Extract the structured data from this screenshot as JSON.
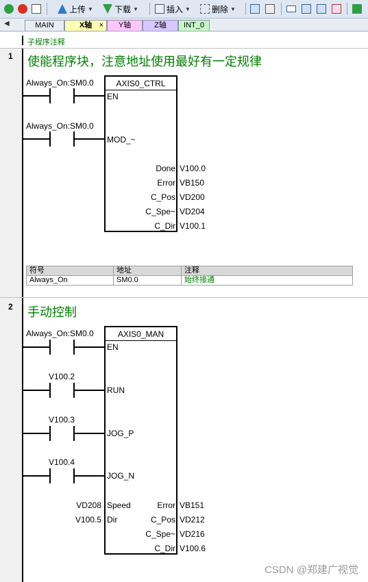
{
  "toolbar": {
    "upload_label": "上传",
    "download_label": "下载",
    "insert_label": "插入",
    "delete_label": "删除"
  },
  "tabs": [
    {
      "label": "MAIN",
      "color": "#e8edf3"
    },
    {
      "label": "X轴",
      "color": "#ffffb3",
      "active": true
    },
    {
      "label": "Y轴",
      "color": "#ffc6ff"
    },
    {
      "label": "Z轴",
      "color": "#d9c6ff"
    },
    {
      "label": "INT_0",
      "color": "#c6f5c6"
    }
  ],
  "subroutine_comment": "子程序注释",
  "rungs": [
    {
      "number": "1",
      "title": "使能程序块，注意地址使用最好有一定规律",
      "block": {
        "name": "AXIS0_CTRL",
        "inputs": [
          {
            "contact": "Always_On:SM0.0",
            "pin": "EN"
          },
          {
            "contact": "Always_On:SM0.0",
            "pin": "MOD_~"
          }
        ],
        "outputs": [
          {
            "pin": "Done",
            "value": "V100.0"
          },
          {
            "pin": "Error",
            "value": "VB150"
          },
          {
            "pin": "C_Pos",
            "value": "VD200"
          },
          {
            "pin": "C_Spe~",
            "value": "VD204"
          },
          {
            "pin": "C_Dir",
            "value": "V100.1"
          }
        ]
      },
      "symbol_table": {
        "headers": [
          "符号",
          "地址",
          "注释"
        ],
        "rows": [
          [
            "Always_On",
            "SM0.0",
            "始终接通"
          ]
        ]
      }
    },
    {
      "number": "2",
      "title": "手动控制",
      "block": {
        "name": "AXIS0_MAN",
        "inputs": [
          {
            "contact": "Always_On:SM0.0",
            "pin": "EN"
          },
          {
            "contact": "V100.2",
            "pin": "RUN"
          },
          {
            "contact": "V100.3",
            "pin": "JOG_P"
          },
          {
            "contact": "V100.4",
            "pin": "JOG_N"
          }
        ],
        "value_inputs": [
          {
            "value": "VD208",
            "pin": "Speed"
          },
          {
            "value": "V100.5",
            "pin": "Dir"
          }
        ],
        "outputs": [
          {
            "pin": "Error",
            "value": "VB151"
          },
          {
            "pin": "C_Pos",
            "value": "VD212"
          },
          {
            "pin": "C_Spe~",
            "value": "VD216"
          },
          {
            "pin": "C_Dir",
            "value": "V100.6"
          }
        ]
      }
    }
  ],
  "watermark": "CSDN @郑建广视觉"
}
